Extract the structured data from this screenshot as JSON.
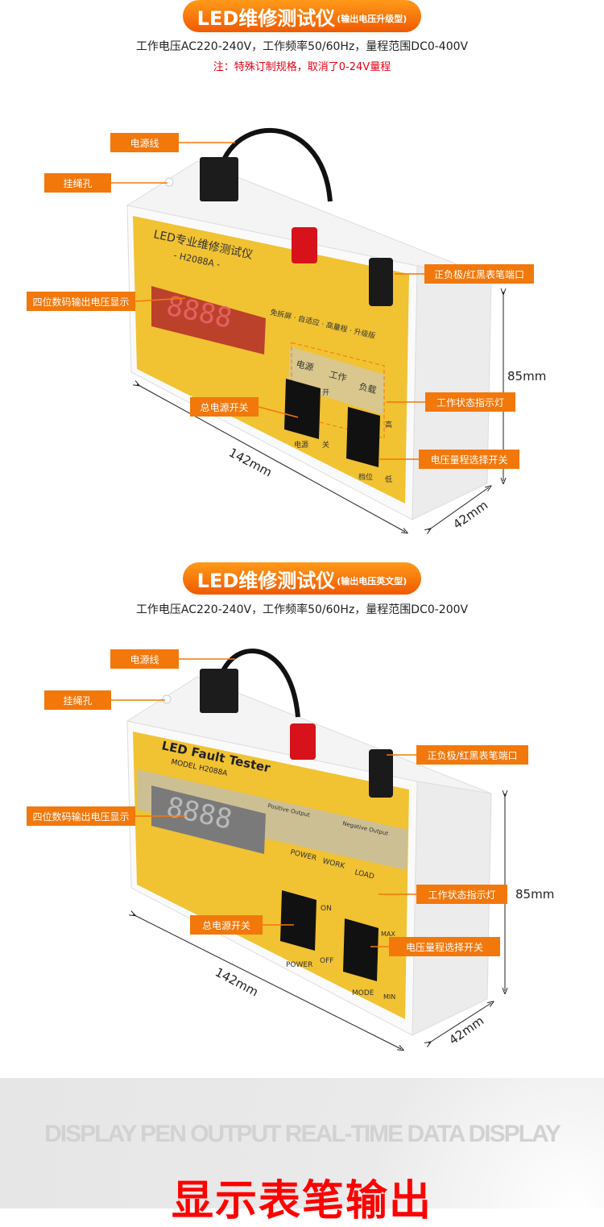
{
  "section1": {
    "banner_title": "LED维修测试仪",
    "banner_sub": "(输出电压升级型)",
    "spec": "工作电压AC220-240V，工作频率50/60Hz，量程范围DC0-400V",
    "note": "注：特殊订制规格，取消了0-24V量程",
    "device": {
      "title": "LED专业维修测试仪",
      "model": "- H2088A -",
      "display": "8888",
      "ind1": "电源",
      "ind2": "工作",
      "ind3": "负载",
      "sw1": "电源",
      "sw2": "档位",
      "on": "开",
      "off": "关",
      "hi": "高",
      "lo": "低",
      "modes": "免拆屏 · 自适应 · 高量程 · 升级版"
    },
    "callouts": {
      "cable": "电源线",
      "hole": "挂绳孔",
      "ports": "正负极/红黑表笔端口",
      "display": "四位数码输出电压显示",
      "indicator": "工作状态指示灯",
      "power_switch": "总电源开关",
      "range_switch": "电压量程选择开关"
    },
    "dims": {
      "length": "142mm",
      "height": "85mm",
      "depth": "42mm"
    }
  },
  "section2": {
    "banner_title": "LED维修测试仪",
    "banner_sub": "(输出电压英文型)",
    "spec": "工作电压AC220-240V，工作频率50/60Hz，量程范围DC0-200V",
    "device": {
      "title": "LED Fault Tester",
      "model": "MODEL  H2088A",
      "display": "8888",
      "ind1": "POWER",
      "ind2": "WORK",
      "ind3": "LOAD",
      "sw1": "POWER",
      "sw2": "MODE",
      "on": "ON",
      "off": "OFF",
      "hi": "MAX",
      "lo": "MIN",
      "pos": "Positive Output",
      "neg": "Negative Output"
    },
    "callouts": {
      "cable": "电源线",
      "hole": "挂绳孔",
      "ports": "正负极/红黑表笔端口",
      "display": "四位数码输出电压显示",
      "indicator": "工作状态指示灯",
      "power_switch": "总电源开关",
      "range_switch": "电压量程选择开关"
    },
    "dims": {
      "length": "142mm",
      "height": "85mm",
      "depth": "42mm"
    }
  },
  "footer": {
    "english": "DISPLAY PEN OUTPUT REAL-TIME DATA DISPLAY",
    "chinese": "显示表笔输出"
  },
  "colors": {
    "accent": "#f2780c",
    "panel": "#f1c232",
    "red": "#e60012"
  }
}
